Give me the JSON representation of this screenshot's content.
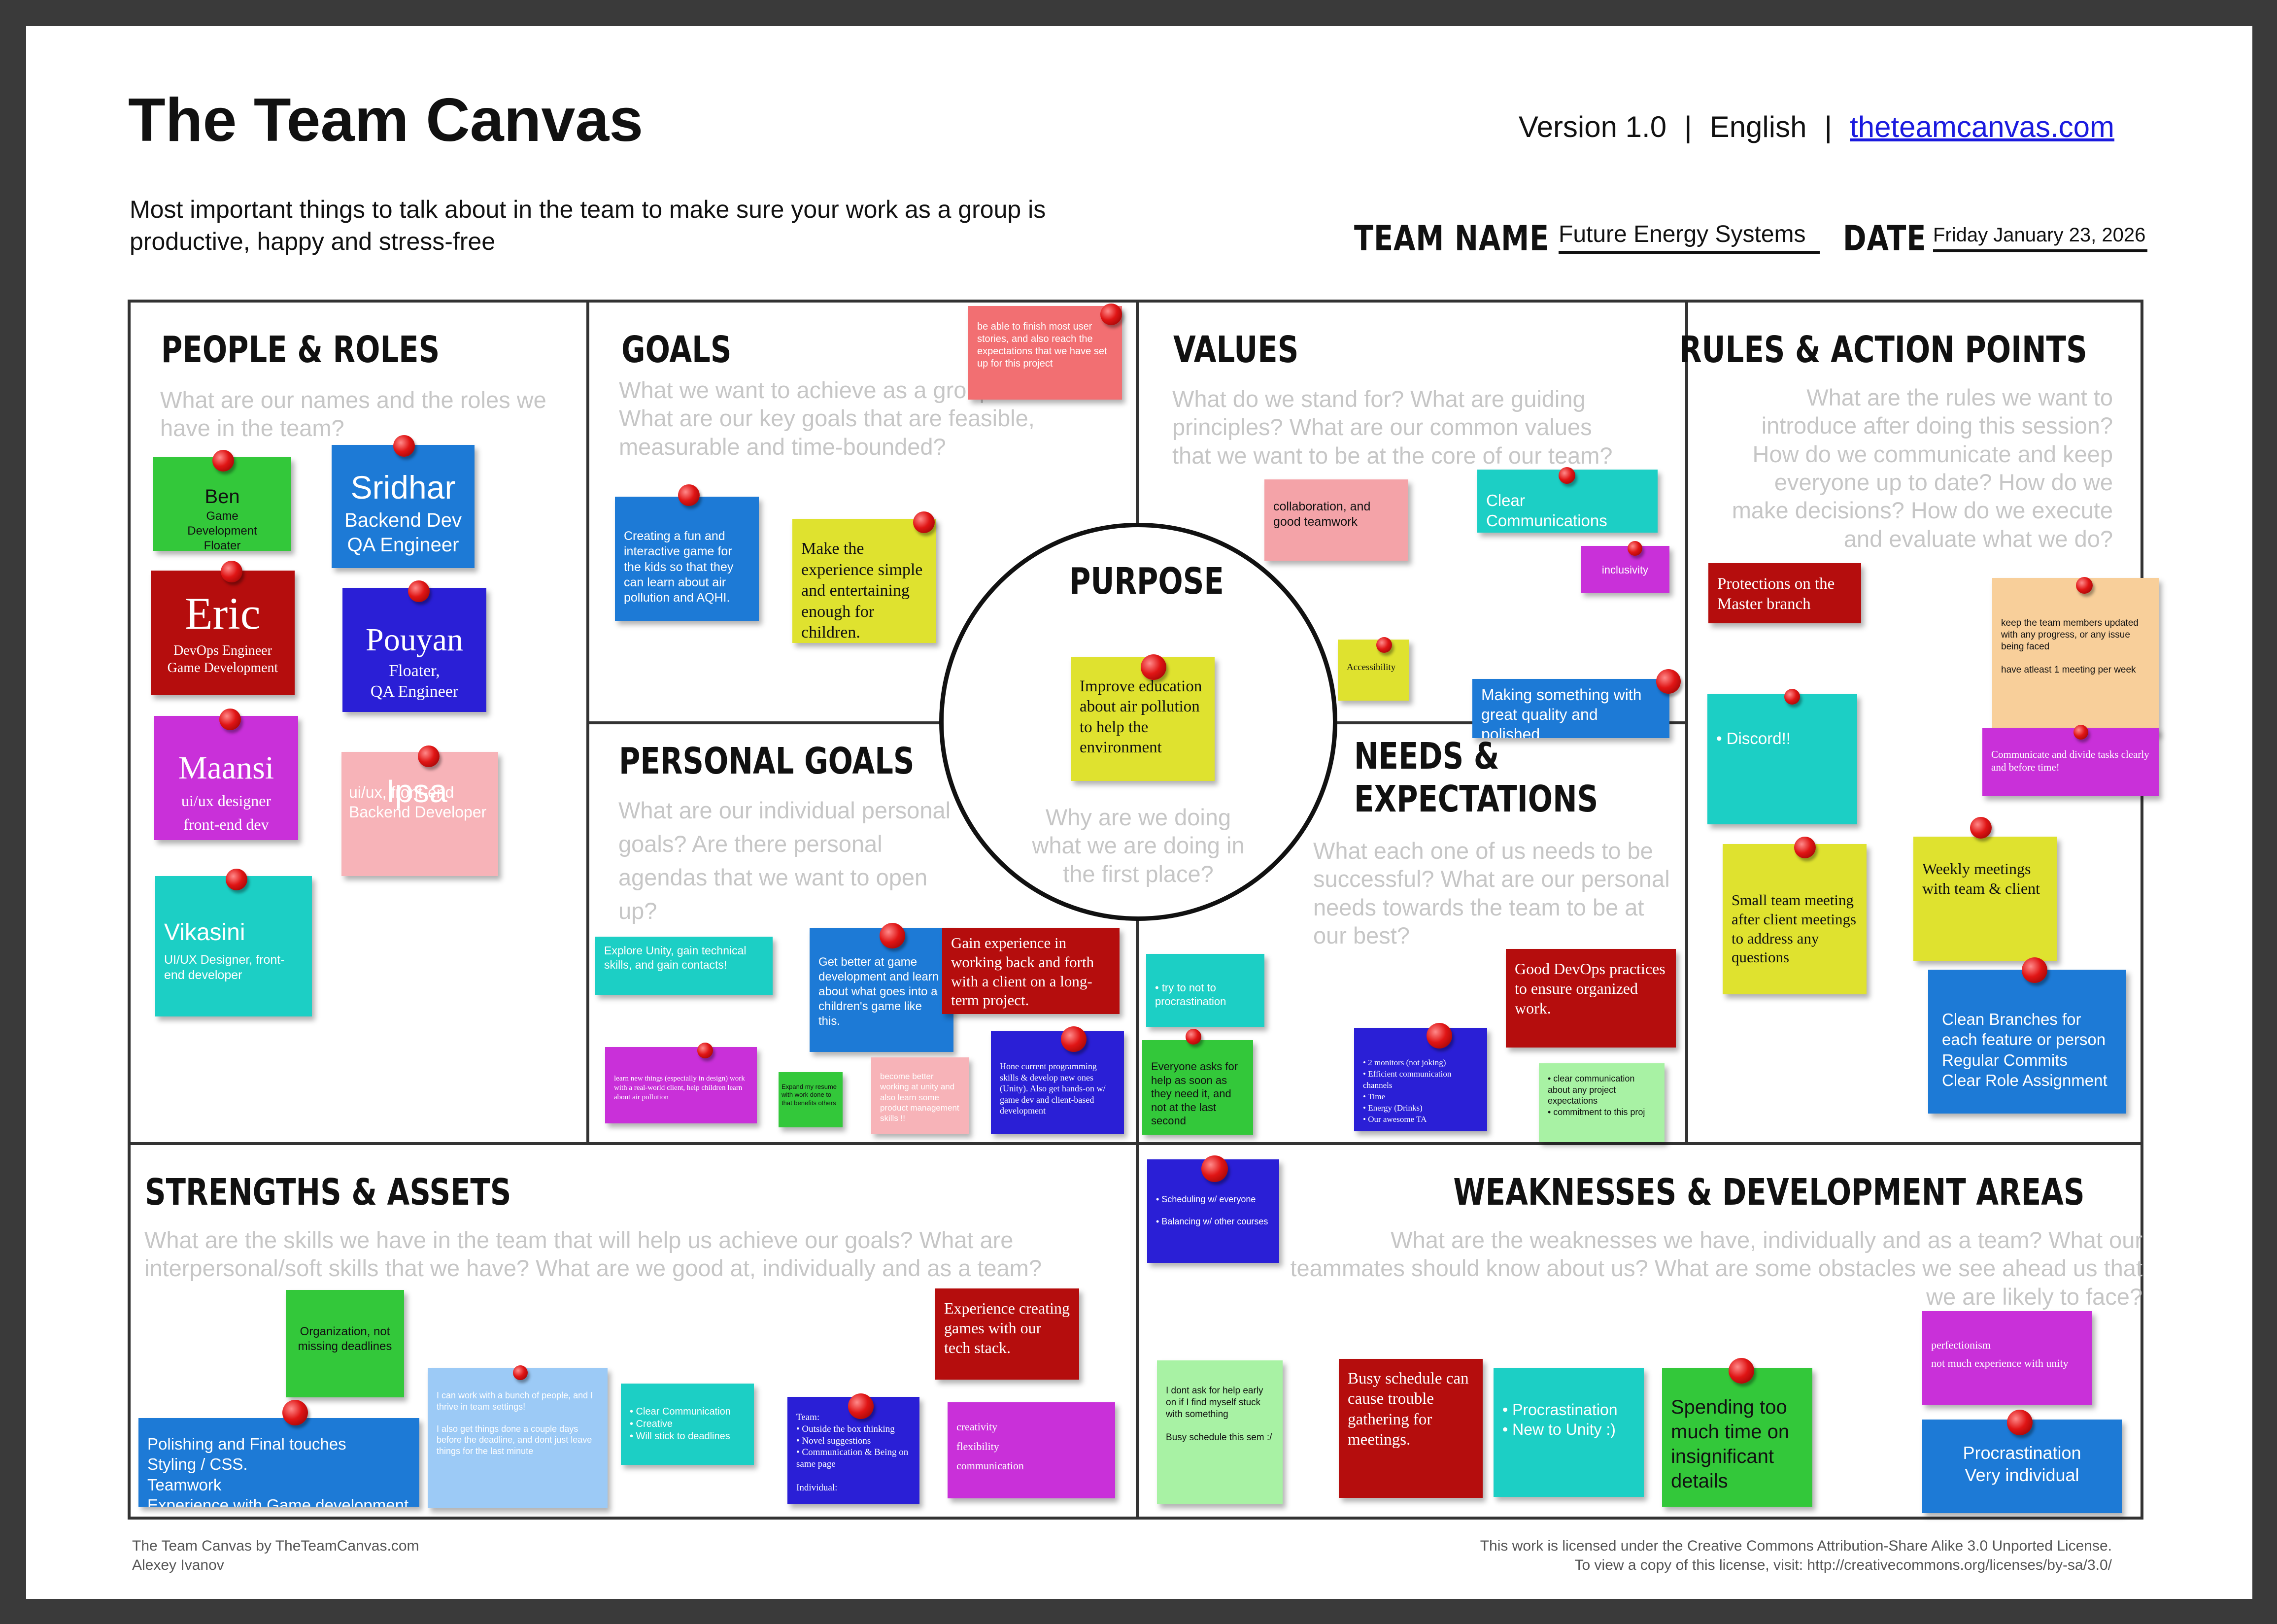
{
  "header": {
    "title": "The Team Canvas",
    "version": "Version 1.0",
    "separator": "|",
    "language": "English",
    "website": "theteamcanvas.com",
    "subtitle": "Most important things to talk about in the team to make sure your work as a group is productive, happy and stress-free",
    "team_name_label": "TEAM NAME",
    "team_name": "Future Energy Systems",
    "date_label": "DATE",
    "date": "Friday January 23, 2026"
  },
  "sections": {
    "people_roles": {
      "title": "PEOPLE & ROLES",
      "question": "What are our names and the roles we have in the team?"
    },
    "goals": {
      "title": "GOALS",
      "question": "What we want to achieve as a group? What are our key goals that are feasible, measurable and time-bounded?"
    },
    "values": {
      "title": "VALUES",
      "question": "What do we stand for? What are guiding principles? What are our common values that we want to be at the core of our team?"
    },
    "rules": {
      "title": "RULES & ACTION POINTS",
      "question": "What are the rules we want to introduce after doing this session? How do we communicate and keep everyone up to date? How do we make decisions? How do we execute and evaluate what we do?"
    },
    "purpose": {
      "title": "PURPOSE",
      "question": "Why are we doing what we are doing in the first place?"
    },
    "personal_goals": {
      "title": "PERSONAL GOALS",
      "question": "What are our individual personal goals? Are there personal agendas that we want to open up?"
    },
    "needs": {
      "title_line1": "NEEDS &",
      "title_line2": "EXPECTATIONS",
      "question": "What each one of us needs to be successful? What are our personal needs towards the team to be at our best?"
    },
    "strengths": {
      "title": "STRENGTHS & ASSETS",
      "question": "What are the skills we have in the team that will help us achieve our goals? What are interpersonal/soft skills that we have? What are we good at, individually and as a team?"
    },
    "weaknesses": {
      "title": "WEAKNESSES & DEVELOPMENT AREAS",
      "question": "What are the weaknesses we have, individually and as a team? What our teammates should know about us? What are some obstacles we see ahead us that we are likely to face?"
    }
  },
  "notes": {
    "ben": {
      "name": "Ben",
      "role": "Game Development Floater"
    },
    "sridhar": {
      "name": "Sridhar",
      "role1": "Backend Dev",
      "role2": "QA Engineer"
    },
    "eric": {
      "name": "Eric",
      "role1": "DevOps Engineer",
      "role2": "Game Development"
    },
    "pouyan": {
      "name": "Pouyan",
      "role1": "Floater,",
      "role2": "QA Engineer"
    },
    "maansi": {
      "name": "Maansi",
      "role1": "ui/ux designer",
      "role2": "front-end dev"
    },
    "ipsa": {
      "name": "Ipsa",
      "role": "ui/ux, front-end Backend Developer"
    },
    "vikasini": {
      "name": "Vikasini",
      "role": "UI/UX Designer, front-end developer"
    },
    "goal_stories": "be able to finish most user stories, and also reach the expectations that we have set up for this project",
    "goal_game": "Creating a fun and interactive game for the kids so that they can learn about air pollution and AQHI.",
    "goal_simple": "Make the experience simple and entertaining enough for children.",
    "val_collab": "collaboration, and good teamwork",
    "val_comm": "Clear Communications",
    "val_inclusivity": "inclusivity",
    "val_access": "Accessibility",
    "val_quality": "Making something with great quality and polished",
    "purpose_note": "Improve education about air pollution to help the environment",
    "rule_protect": "Protections on the Master branch",
    "rule_update": "keep the team members updated with any progress, or any issue being faced\n\nhave atleast 1 meeting per week",
    "rule_discord": "• Discord!!",
    "rule_divide": "Communicate and divide tasks clearly and before time!",
    "rule_small": "Small team meeting after client meetings to address any questions",
    "rule_weekly": "Weekly meetings with team & client",
    "rule_branches": "Clean Branches for each feature or person\nRegular Commits\nClear Role Assignment",
    "pg_unity": "Explore Unity, gain technical skills, and gain contacts!",
    "pg_better": "Get better at game development and learn about what goes into a children's game like this.",
    "pg_experience": "Gain experience in working back and forth with a client on a long-term project.",
    "pg_learn": "learn new things (especially in design) work with a real-world client, help children learn about air pollution",
    "pg_resume": "Expand my resume with work done to that benefits others",
    "pg_unity2": "become better working at unity and also learn some product management skills !!",
    "pg_hone": "Hone current programming skills & develop new ones (Unity). Also get hands-on w/ game dev and client-based development",
    "ne_procrast": "• try to not to procrastination",
    "ne_asks": "Everyone asks for help as soon as they need it, and not at the last second",
    "ne_monitors": "• 2 monitors (not joking)\n• Efficient communication channels\n• Time\n• Energy (Drinks)\n• Our awesome TA",
    "ne_devops": "Good DevOps practices to ensure organized work.",
    "ne_clear": "• clear communication about any project expectations\n• commitment to this proj",
    "ne_schedule": "• Scheduling w/ everyone\n\n• Balancing w/ other courses",
    "st_org": "Organization, not missing deadlines",
    "st_polish": "Polishing and Final touches\nStyling / CSS.\nTeamwork\nExperience with Game development",
    "st_people": "I can work with a bunch of people, and I thrive in team settings!\n\nI also get things done a couple days before the deadline, and dont just leave things for the last minute",
    "st_comm": "• Clear Communication\n• Creative\n• Will stick to deadlines",
    "st_team": "Team:\n• Outside the box thinking\n• Novel suggestions\n• Communication & Being on same page\n\nIndividual:",
    "st_exp": "Experience creating games with our tech stack.",
    "st_creative": "creativity\nflexibility\ncommunication",
    "wk_ask": "I dont ask for help early on if I find myself stuck with something\n\nBusy schedule this sem :/",
    "wk_busy": "Busy schedule can cause trouble gathering for meetings.",
    "wk_procrast": "• Procrastination\n• New to Unity :)",
    "wk_spending": "Spending too much time on insignificant details",
    "wk_perfect": "perfectionism\nnot much experience with unity",
    "wk_individual": "Procrastination\nVery individual"
  },
  "footer": {
    "left1": "The Team Canvas by TheTeamCanvas.com",
    "left2": "Alexey Ivanov",
    "right1": "This work is licensed under the Creative Commons Attribution-Share Alike 3.0 Unported License.",
    "right2": "To view a copy of this license, visit: http://creativecommons.org/licenses/by-sa/3.0/"
  },
  "colors": {
    "green": "#33c83a",
    "blue": "#1d7ad6",
    "darkred": "#b50d0d",
    "navy": "#2a1fd6",
    "purple": "#c930d9",
    "pink": "#f7b3b8",
    "teal": "#1ccfc5",
    "salmon": "#f26f72",
    "yellow": "#dfe22f",
    "lightpink": "#f4a3a8",
    "orange": "#f8cf9a",
    "lightblue": "#9ccaf6",
    "lightgreen": "#a8f2a4",
    "magenta": "#c82fd8"
  }
}
